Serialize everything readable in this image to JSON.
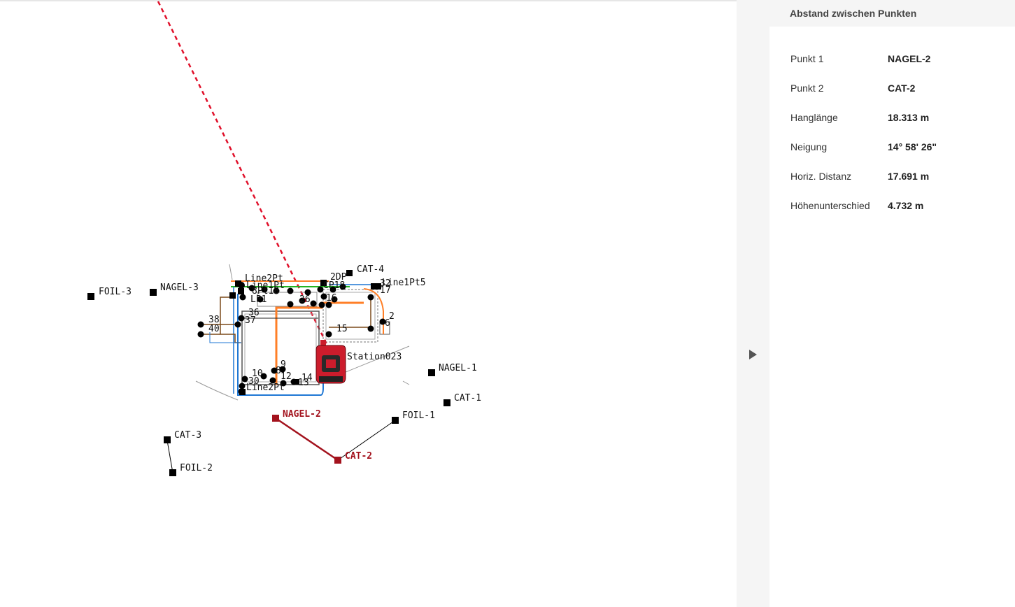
{
  "panel": {
    "title": "Abstand zwischen Punkten",
    "rows": [
      {
        "label": "Punkt 1",
        "value": "NAGEL-2"
      },
      {
        "label": "Punkt 2",
        "value": "CAT-2"
      },
      {
        "label": "Hanglänge",
        "value": "18.313 m"
      },
      {
        "label": "Neigung",
        "value": "14° 58' 26\""
      },
      {
        "label": "Horiz. Distanz",
        "value": "17.691 m"
      },
      {
        "label": "Höhenunterschied",
        "value": "4.732 m"
      }
    ]
  },
  "map": {
    "points": {
      "foil3": "FOIL-3",
      "nagel3": "NAGEL-3",
      "cat4": "CAT-4",
      "nagel1": "NAGEL-1",
      "cat1": "CAT-1",
      "foil1": "FOIL-1",
      "nagel2": "NAGEL-2",
      "cat2": "CAT-2",
      "cat3": "CAT-3",
      "foil2": "FOIL-2"
    },
    "station_label": "Station023",
    "line_label": "Line1Pt5",
    "point_numbers": [
      "36",
      "37",
      "38",
      "40",
      "15",
      "17",
      "2",
      "6",
      "14",
      "13",
      "10",
      "12",
      "9",
      "8",
      "30",
      "26"
    ],
    "highlight_color": "#a3121d",
    "instrument_icon": "total-station-icon"
  },
  "toggle_icon": "collapse-arrow-icon"
}
